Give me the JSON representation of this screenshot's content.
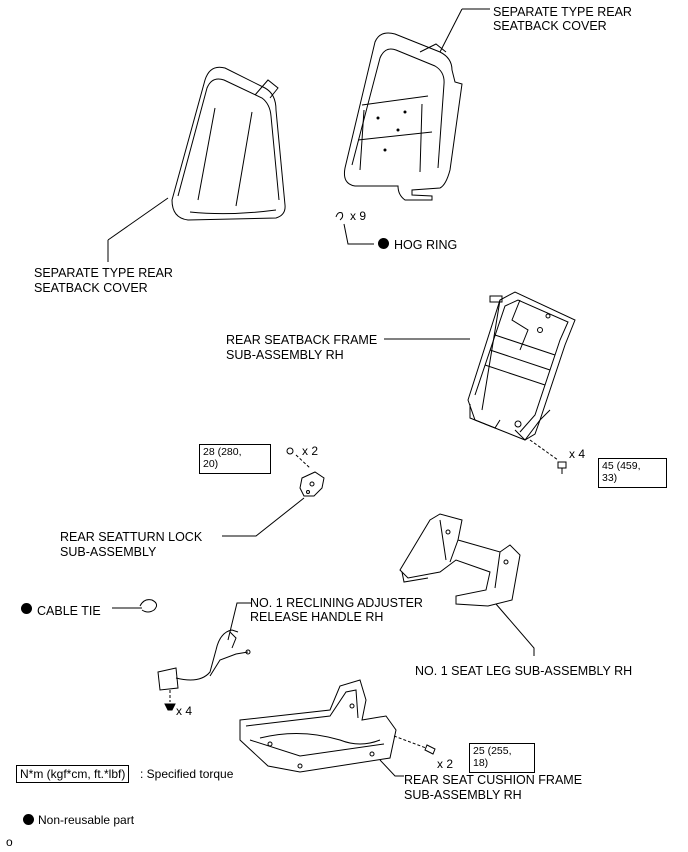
{
  "labels": {
    "cover_rh_l1": "SEPARATE TYPE REAR",
    "cover_rh_l2": "SEATBACK COVER",
    "cover_lh_l1": "SEPARATE TYPE REAR",
    "cover_lh_l2": "SEATBACK COVER",
    "hog_ring": "HOG RING",
    "frame_l1": "REAR SEATBACK FRAME",
    "frame_l2": "SUB-ASSEMBLY RH",
    "turn_lock_l1": "REAR SEATTURN LOCK",
    "turn_lock_l2": "SUB-ASSEMBLY",
    "cable_tie": "CABLE TIE",
    "handle_l1": "NO. 1 RECLINING ADJUSTER",
    "handle_l2": "RELEASE HANDLE RH",
    "seat_leg": "NO. 1 SEAT LEG SUB-ASSEMBLY RH",
    "cushion_l1": "REAR SEAT CUSHION FRAME",
    "cushion_l2": "SUB-ASSEMBLY RH"
  },
  "quantities": {
    "hog_ring": "x 9",
    "turn_lock_nut": "x 2",
    "frame_bolt": "x 4",
    "handle_screw": "x 4",
    "cushion_bolt": "x 2"
  },
  "torques": {
    "turn_lock_l1": "28 (280,",
    "turn_lock_l2": "20)",
    "frame_l1": "45 (459,",
    "frame_l2": "33)",
    "cushion_l1": "25 (255,",
    "cushion_l2": "18)"
  },
  "legend": {
    "torque_units": "N*m (kgf*cm, ft.*lbf)",
    "torque_desc": ": Specified torque",
    "nonreusable": "Non-reusable part"
  },
  "corner_mark": "o"
}
